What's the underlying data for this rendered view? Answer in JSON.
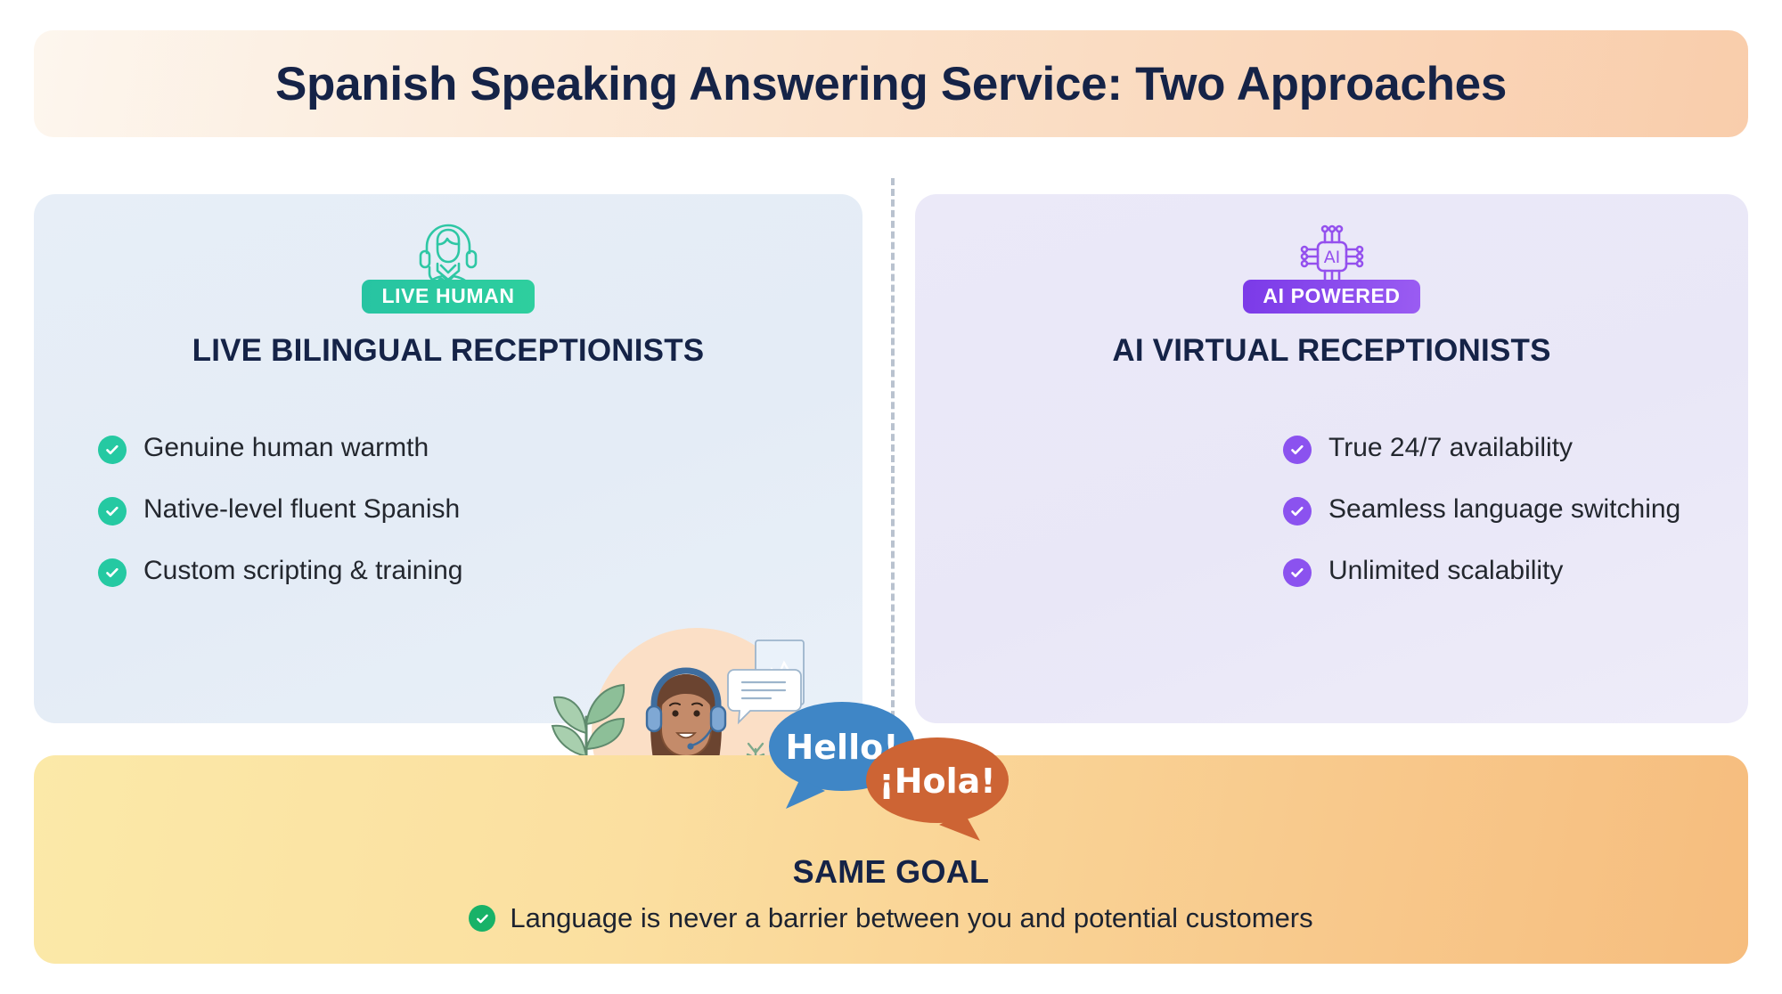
{
  "header": {
    "title": "Spanish Speaking Answering Service: Two Approaches"
  },
  "colors": {
    "heading_navy": "#152347",
    "teal_accent": "#25c9a2",
    "purple_accent": "#8b52ef",
    "green_check": "#18b268",
    "header_gradient_start": "#fdf6ee",
    "header_gradient_end": "#f9cdab",
    "footer_gradient_start": "#fbe9a8",
    "footer_gradient_end": "#f6bd7e",
    "left_card_bg": "#e6edf7",
    "right_card_bg": "#ebe9f8",
    "bubble_blue": "#3f86c6",
    "bubble_orange": "#cd6434"
  },
  "left_card": {
    "icon_name": "headset-operator-icon",
    "badge": "LIVE HUMAN",
    "heading": "LIVE BILINGUAL RECEPTIONISTS",
    "bullets": [
      "Genuine human warmth",
      "Native-level fluent Spanish",
      "Custom scripting & training"
    ],
    "illustration_name": "receptionist-at-desk-illustration"
  },
  "right_card": {
    "icon_name": "ai-chip-icon",
    "icon_label": "AI",
    "badge": "AI POWERED",
    "heading": "AI VIRTUAL RECEPTIONISTS",
    "bullets": [
      "True 24/7 availability",
      "Seamless language switching",
      "Unlimited scalability"
    ],
    "illustration_name": "smartphone-voice-assistant-illustration"
  },
  "bubbles": {
    "english": "Hello!",
    "spanish": "¡Hola!"
  },
  "footer": {
    "title": "SAME GOAL",
    "statement": "Language is never a barrier between you and potential customers"
  }
}
